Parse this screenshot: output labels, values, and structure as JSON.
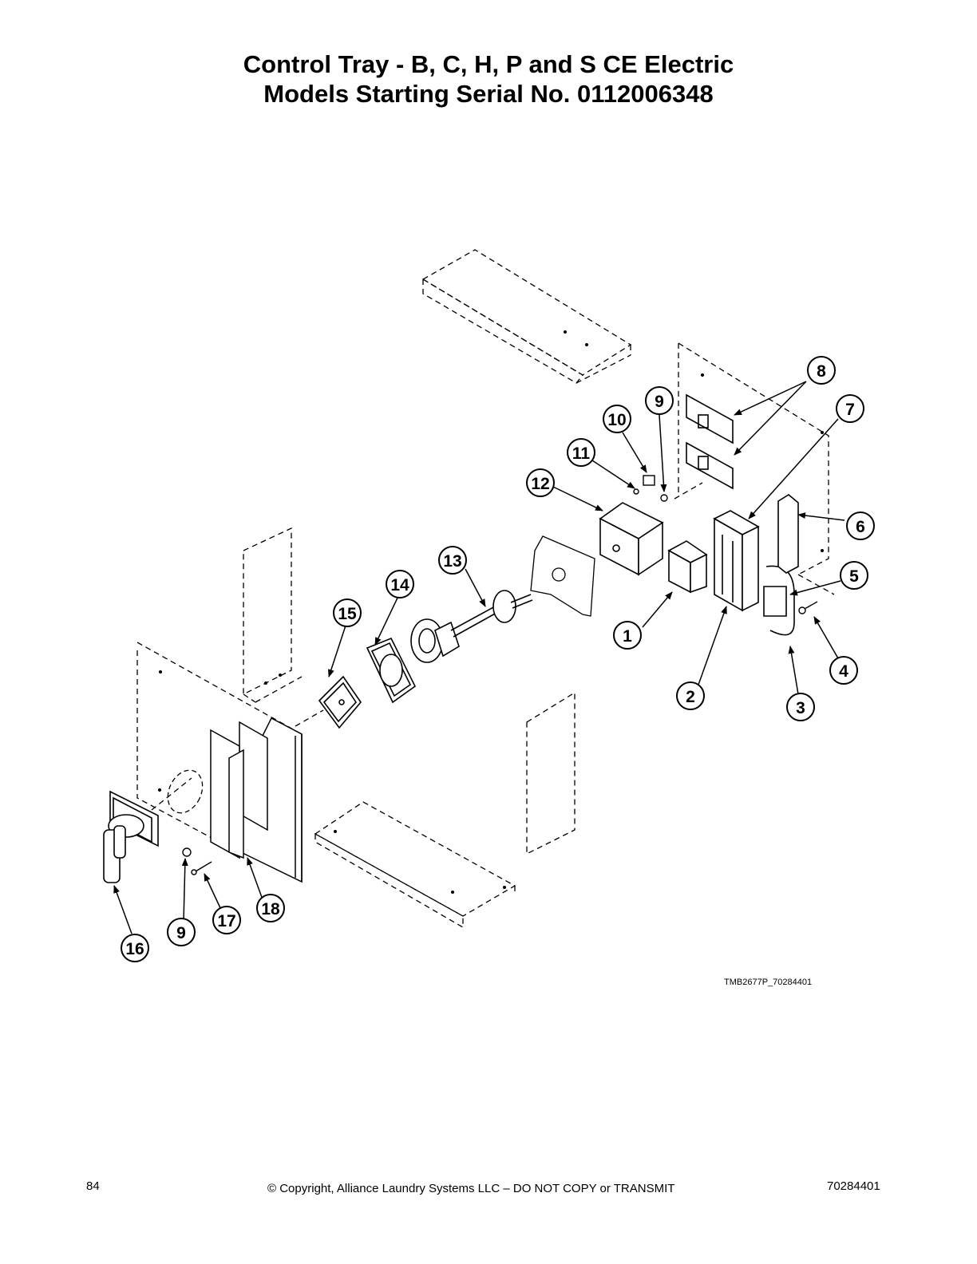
{
  "title": {
    "line1": "Control Tray - B, C, H, P and S CE Electric",
    "line2": "Models Starting Serial No. 0112006348"
  },
  "callouts": [
    "8",
    "9",
    "7",
    "10",
    "11",
    "12",
    "6",
    "5",
    "13",
    "14",
    "1",
    "15",
    "4",
    "2",
    "3",
    "18",
    "17",
    "9",
    "16"
  ],
  "drawing_id": "TMB2677P_70284401",
  "footer": {
    "page_number": "84",
    "copyright": "© Copyright, Alliance Laundry Systems LLC – DO NOT COPY or TRANSMIT",
    "doc_number": "70284401"
  }
}
